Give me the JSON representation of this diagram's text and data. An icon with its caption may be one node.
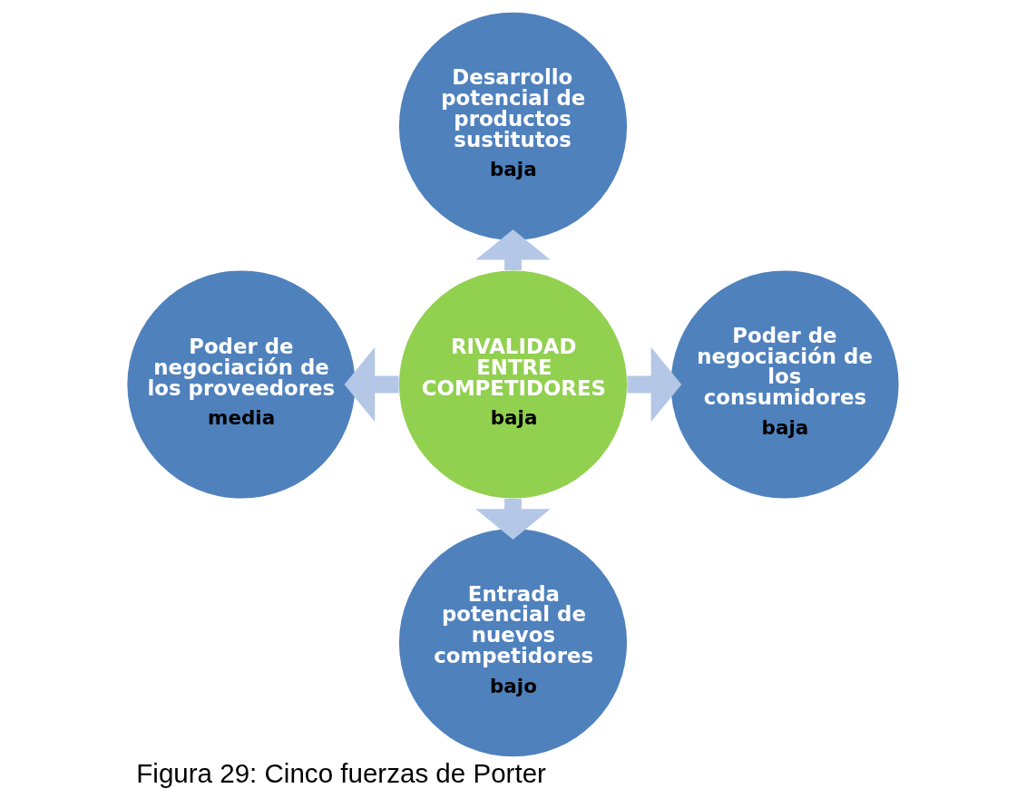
{
  "diagram": {
    "caption": "Figura 29: Cinco fuerzas de Porter",
    "nodes": [
      {
        "text": [
          "Desarrollo potencial de productos sustitutos",
          "baja"
        ]
      },
      {
        "text": [
          "Poder de negociación de los proveedores",
          "media"
        ]
      },
      {
        "text": [
          "RIVALIDAD ENTRE COMPETIDORES",
          "baja"
        ]
      },
      {
        "text": [
          "Poder de negociación de los consumidores",
          "baja"
        ]
      },
      {
        "text": [
          "Entrada potencial de nuevos competidores",
          "bajo"
        ]
      }
    ],
    "edges": [
      {
        "from": 2,
        "to": 0,
        "arrow": "to"
      },
      {
        "from": 2,
        "to": 1,
        "arrow": "to"
      },
      {
        "from": 2,
        "to": 3,
        "arrow": "to"
      },
      {
        "from": 2,
        "to": 4,
        "arrow": "to"
      }
    ]
  }
}
